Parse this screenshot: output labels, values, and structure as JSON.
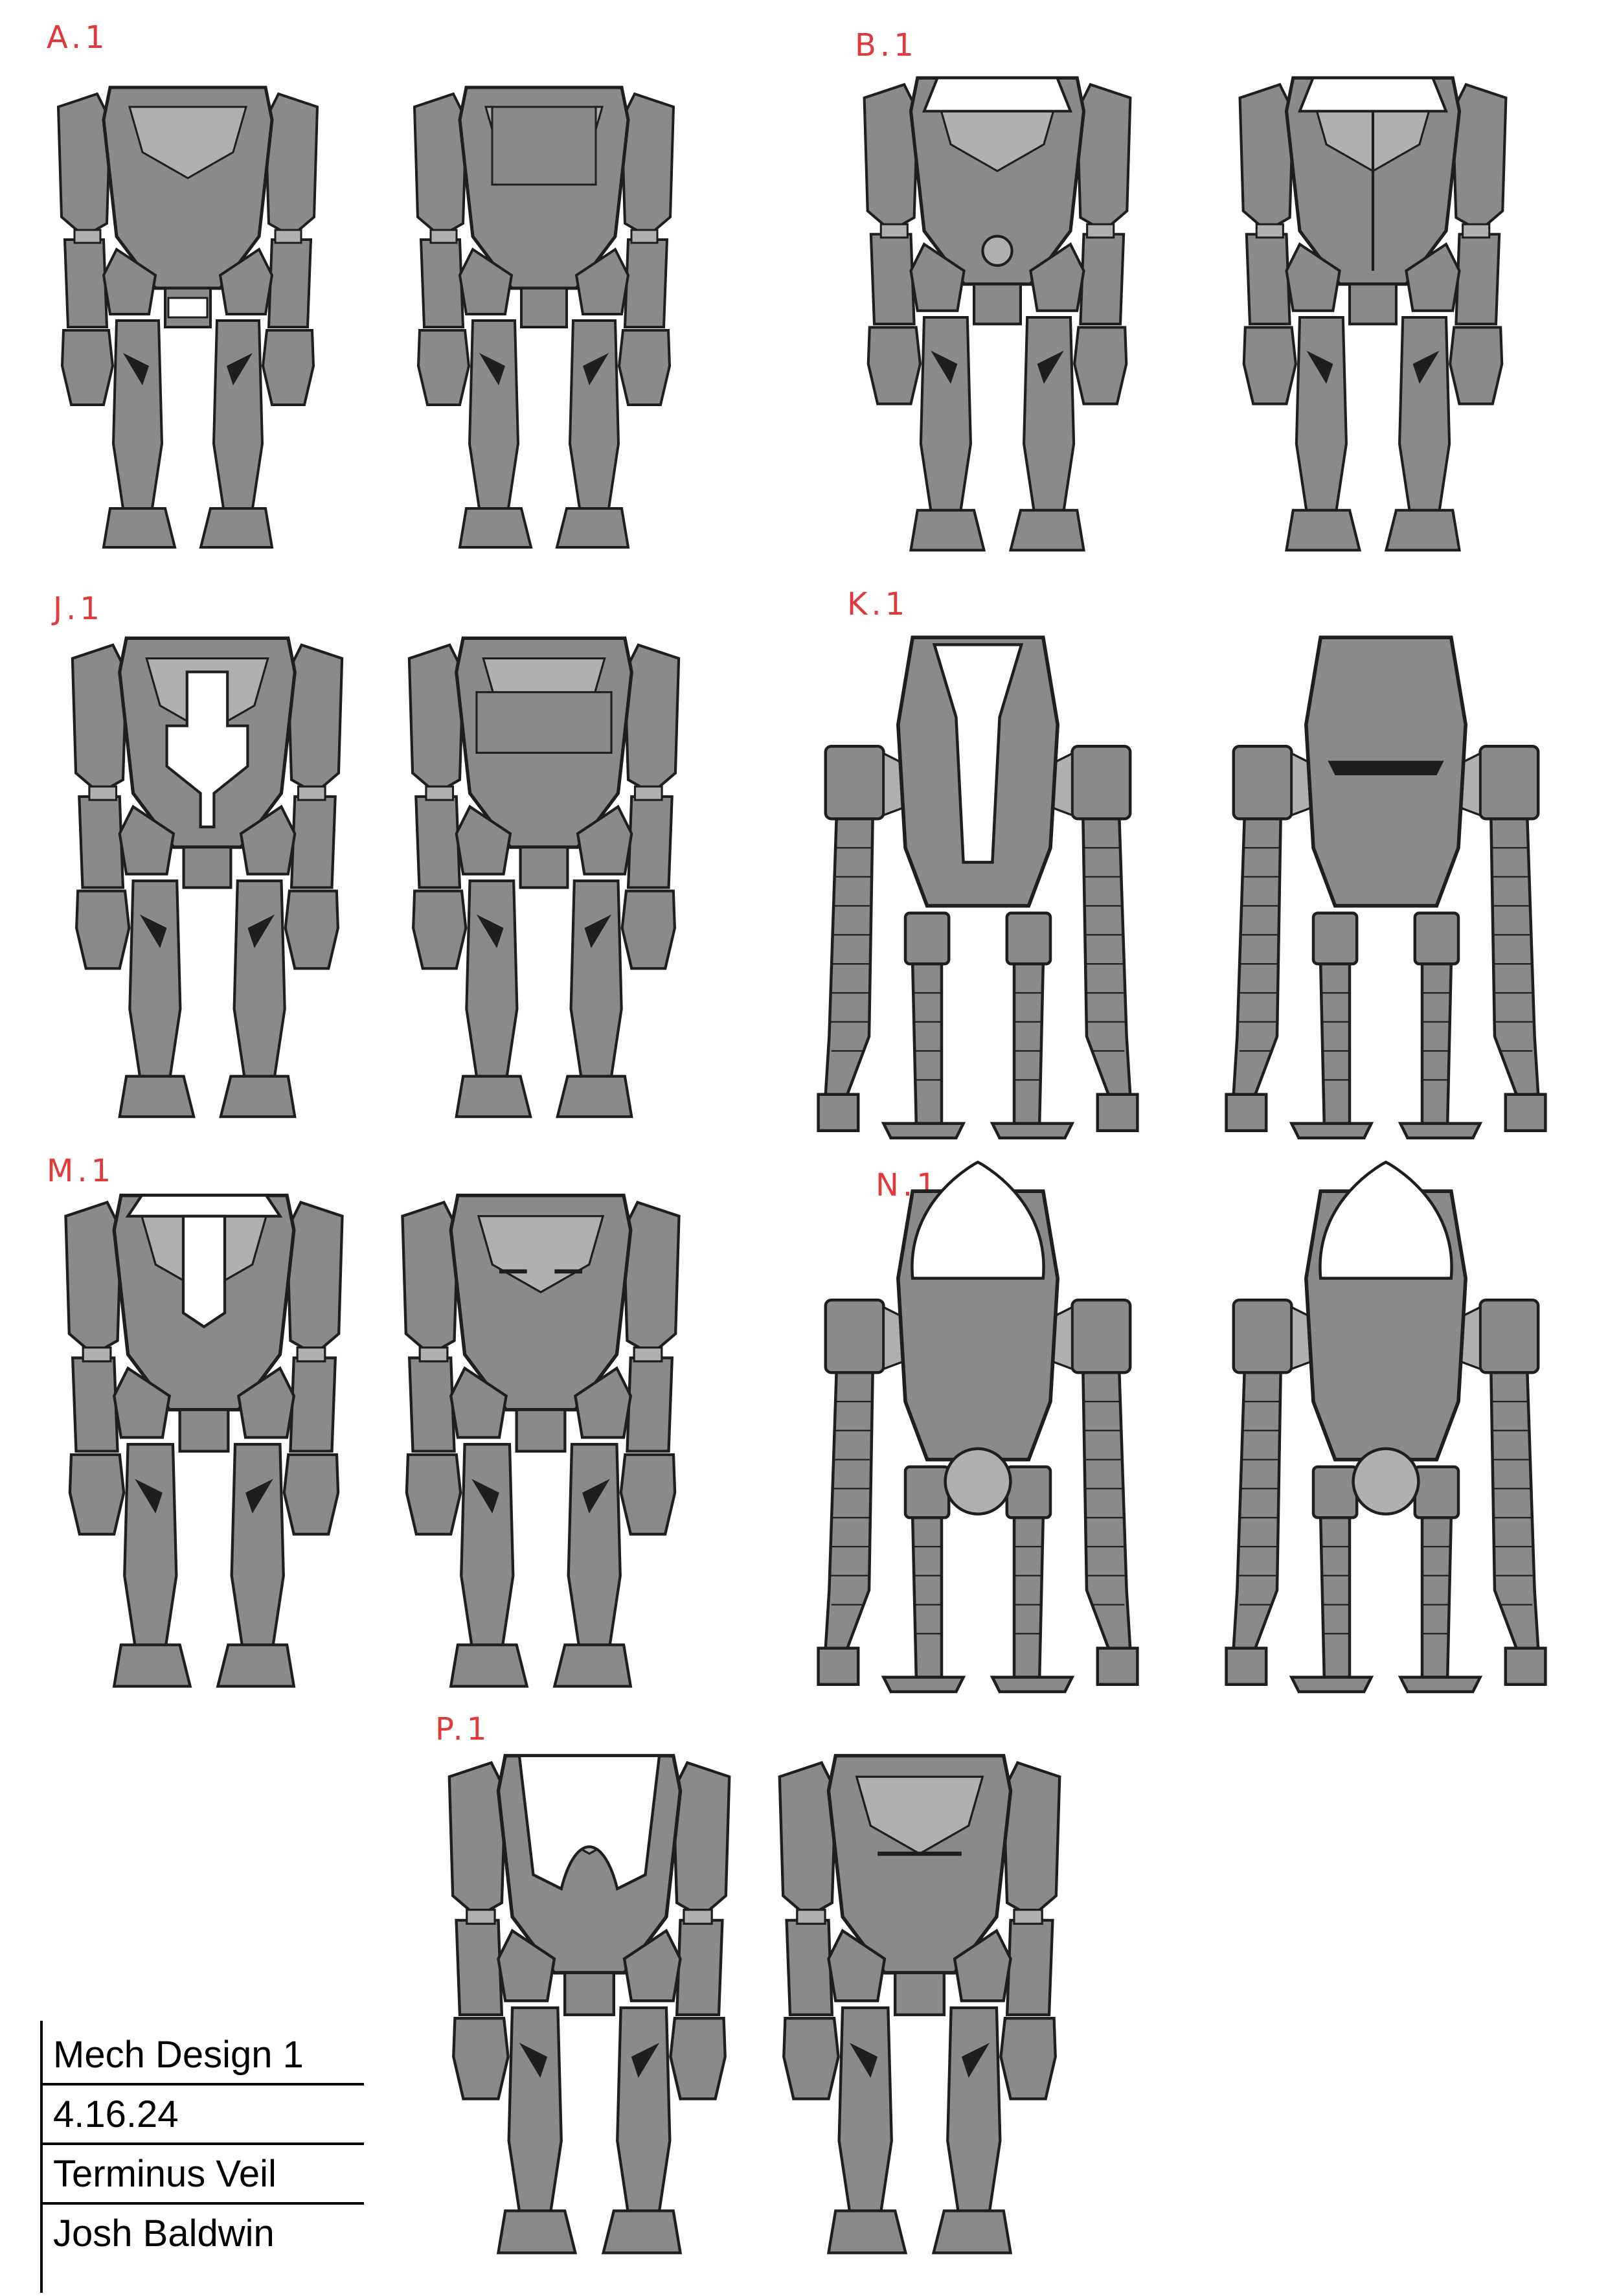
{
  "sheet": {
    "designs": [
      {
        "id": "a1",
        "label": "A.1"
      },
      {
        "id": "b1",
        "label": "B.1"
      },
      {
        "id": "j1",
        "label": "J.1"
      },
      {
        "id": "k1",
        "label": "K.1"
      },
      {
        "id": "m1",
        "label": "M.1"
      },
      {
        "id": "n1",
        "label": "N.1"
      },
      {
        "id": "p1",
        "label": "P.1"
      }
    ],
    "title_block": {
      "title": "Mech Design 1",
      "date": "4.16.24",
      "project": "Terminus Veil",
      "author": "Josh Baldwin"
    },
    "colors": {
      "label": "#e03a3a",
      "mech_fill": "#8a8a8a",
      "mech_light": "#b0b0b0",
      "outline": "#1e1e1e",
      "canopy": "#ffffff"
    }
  }
}
